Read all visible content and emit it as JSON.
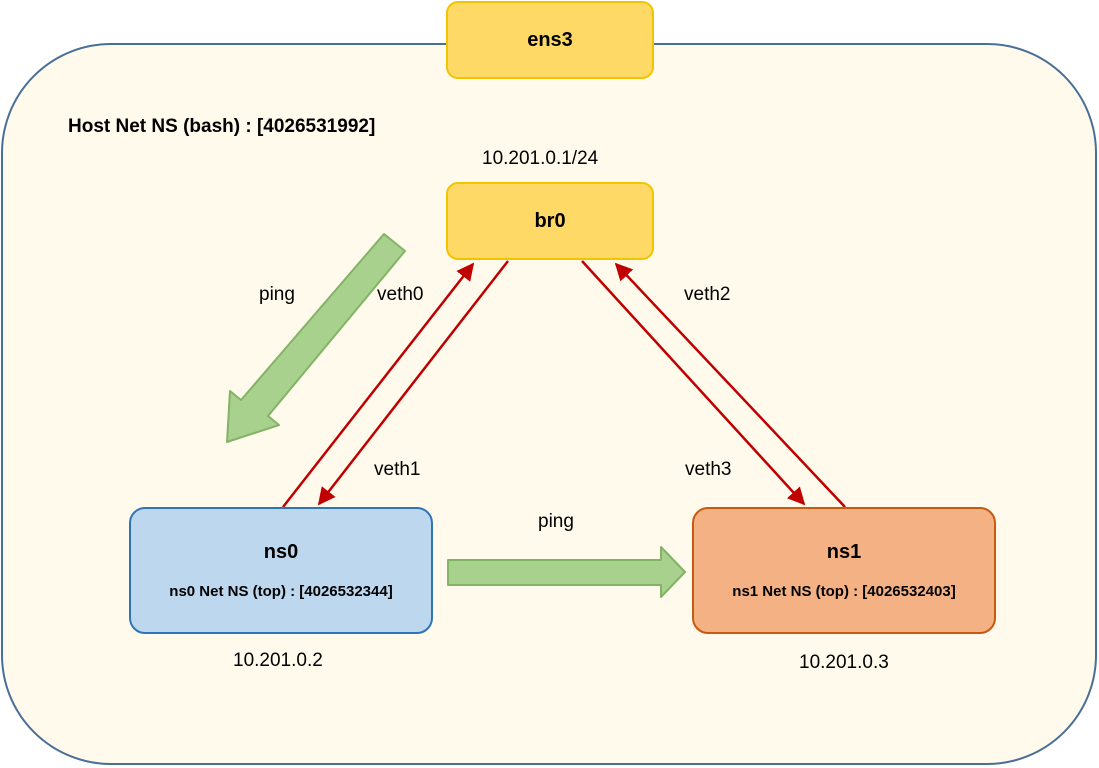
{
  "host": {
    "title": "Host Net NS (bash) : [4026531992]"
  },
  "nodes": {
    "ens3": {
      "label": "ens3"
    },
    "br0": {
      "label": "br0",
      "ip": "10.201.0.1/24"
    },
    "ns0": {
      "label": "ns0",
      "sublabel": "ns0 Net NS (top) : [4026532344]",
      "ip": "10.201.0.2"
    },
    "ns1": {
      "label": "ns1",
      "sublabel": "ns1 Net NS (top) : [4026532403]",
      "ip": "10.201.0.3"
    }
  },
  "links": {
    "veth0": "veth0",
    "veth1": "veth1",
    "veth2": "veth2",
    "veth3": "veth3"
  },
  "ping": {
    "upper_label": "ping",
    "lower_label": "ping"
  },
  "colors": {
    "background": "#fffaec",
    "host_border": "#4a6f96",
    "yellow_fill": "#ffd966",
    "blue_fill": "#bdd7ee",
    "orange_fill": "#f4b183",
    "link_red": "#c00000",
    "ping_green": "#a9d18e"
  }
}
